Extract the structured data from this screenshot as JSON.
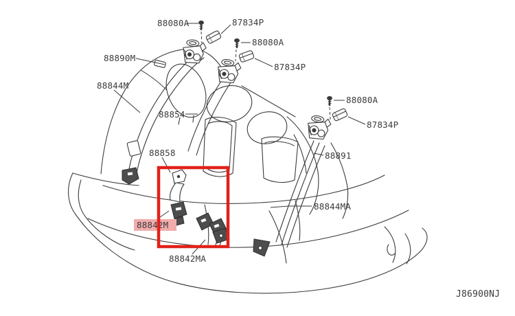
{
  "diagram": {
    "reference_code": "J86900NJ",
    "selected_part": "88842M",
    "colors": {
      "background": "#ffffff",
      "line": "#3a3a3a",
      "selection_box": "#e0211a",
      "selected_label_bg": "#f1acac",
      "label_text": "#3a3a3a"
    },
    "parts": {
      "bolt_top": "88080A",
      "clip_top": "87834P",
      "bolt_mid": "88080A",
      "clip_mid": "87834P",
      "bolt_right": "88080A",
      "clip_right": "87834P",
      "belt_left_retractor": "88890M",
      "seatback_assembly": "88844M",
      "belt_center": "88854",
      "hinge_cover": "88858",
      "belt_right_retractor": "88891",
      "belt_right_lower": "88844MA",
      "buckle_center": "88842M",
      "belt_center_lower": "88842MA"
    }
  }
}
